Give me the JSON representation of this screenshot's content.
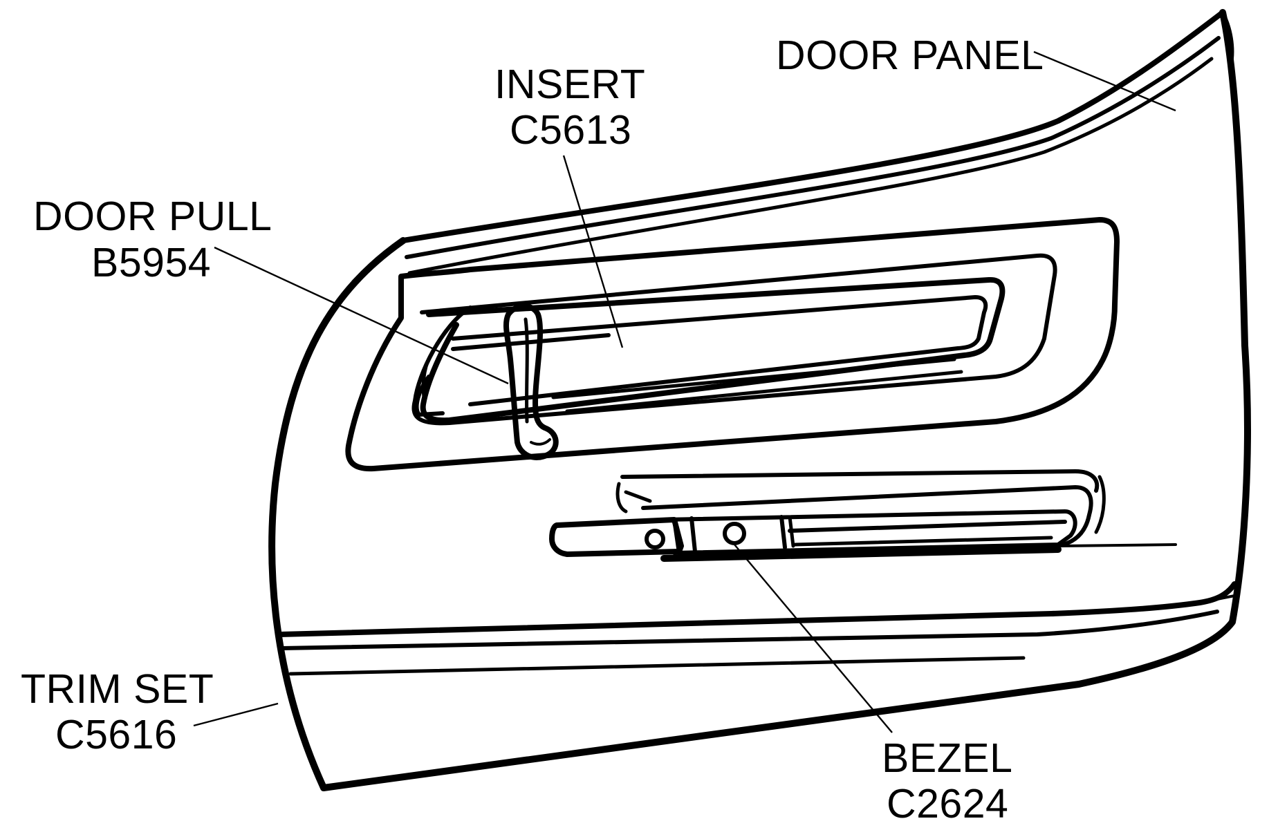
{
  "diagram": {
    "callouts": [
      {
        "id": "door-panel",
        "name": "DOOR PANEL",
        "part_number": ""
      },
      {
        "id": "insert",
        "name": "INSERT",
        "part_number": "C5613"
      },
      {
        "id": "door-pull",
        "name": "DOOR PULL",
        "part_number": "B5954"
      },
      {
        "id": "trim-set",
        "name": "TRIM SET",
        "part_number": "C5616"
      },
      {
        "id": "bezel",
        "name": "BEZEL",
        "part_number": "C2624"
      }
    ]
  }
}
